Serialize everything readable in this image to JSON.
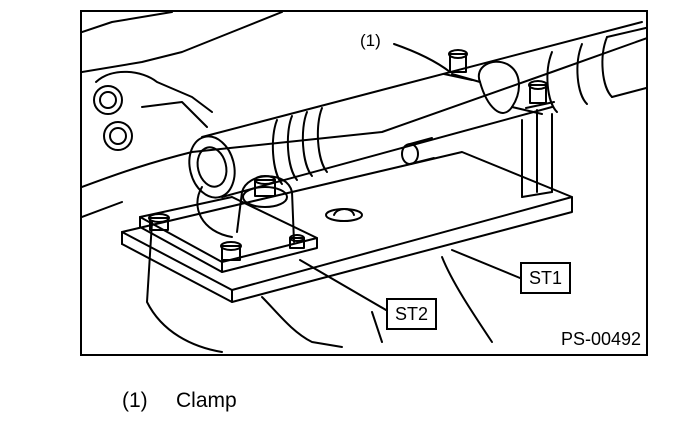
{
  "figure": {
    "callout_number": "(1)",
    "tool_label_1": "ST1",
    "tool_label_2": "ST2",
    "figure_code": "PS-00492"
  },
  "legend": {
    "items": [
      {
        "number": "(1)",
        "text": "Clamp"
      }
    ]
  },
  "colors": {
    "line": "#000000",
    "background": "#ffffff"
  }
}
